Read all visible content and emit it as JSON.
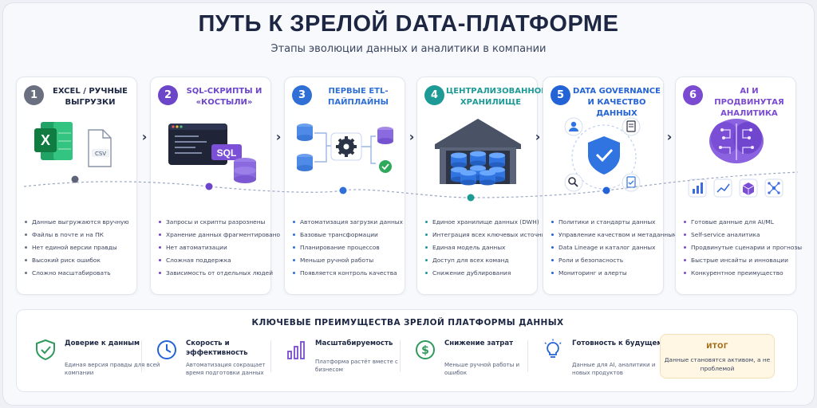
{
  "header": {
    "title": "ПУТЬ К ЗРЕЛОЙ DATA-ПЛАТФОРМЕ",
    "subtitle": "Этапы эволюции данных и аналитики в компании"
  },
  "stages": [
    {
      "number": "1",
      "title": "EXCEL / РУЧНЫЕ ВЫГРУЗКИ",
      "accent": "#6b7080",
      "bullets": [
        "Данные выгружаются вручную",
        "Файлы в почте и на ПК",
        "Нет единой версии правды",
        "Высокий риск ошибок",
        "Сложно масштабировать"
      ],
      "illustration_label": "CSV"
    },
    {
      "number": "2",
      "title": "SQL-СКРИПТЫ И «КОСТЫЛИ»",
      "accent": "#6b46c8",
      "bullets": [
        "Запросы и скрипты разрознены",
        "Хранение данных фрагментировано",
        "Нет автоматизации",
        "Сложная поддержка",
        "Зависимость от отдельных людей"
      ],
      "illustration_label": "SQL"
    },
    {
      "number": "3",
      "title": "ПЕРВЫЕ ETL-ПАЙПЛАЙНЫ",
      "accent": "#2f6fd6",
      "bullets": [
        "Автоматизация загрузки данных",
        "Базовые трансформации",
        "Планирование процессов",
        "Меньше ручной работы",
        "Появляется контроль качества"
      ]
    },
    {
      "number": "4",
      "title": "ЦЕНТРАЛИЗОВАННОЕ ХРАНИЛИЩЕ",
      "accent": "#1e9a96",
      "bullets": [
        "Единое хранилище данных (DWH)",
        "Интеграция всех ключевых источников",
        "Единая модель данных",
        "Доступ для всех команд",
        "Снижение дублирования"
      ]
    },
    {
      "number": "5",
      "title": "DATA GOVERNANCE И КАЧЕСТВО ДАННЫХ",
      "accent": "#2463d6",
      "bullets": [
        "Политики и стандарты данных",
        "Управление качеством и метаданными",
        "Data Lineage и каталог данных",
        "Роли и безопасность",
        "Мониторинг и алерты"
      ]
    },
    {
      "number": "6",
      "title": "AI И ПРОДВИНУТАЯ АНАЛИТИКА",
      "accent": "#7a4bd0",
      "bullets": [
        "Готовые данные для AI/ML",
        "Self-service аналитика",
        "Продвинутые сценарии и прогнозы",
        "Быстрые инсайты и инновации",
        "Конкурентное преимущество"
      ]
    }
  ],
  "benefits": {
    "title": "КЛЮЧЕВЫЕ ПРЕИМУЩЕСТВА ЗРЕЛОЙ ПЛАТФОРМЫ ДАННЫХ",
    "items": [
      {
        "name": "Доверие к данным",
        "desc": "Единая версия правды для всей компании",
        "icon": "shield-check-icon",
        "color": "#2f9a5c"
      },
      {
        "name": "Скорость и эффективность",
        "desc": "Автоматизация сокращает время подготовки данных",
        "icon": "clock-icon",
        "color": "#2463d6"
      },
      {
        "name": "Масштабируемость",
        "desc": "Платформа растёт вместе с бизнесом",
        "icon": "bar-chart-icon",
        "color": "#7a4bd0"
      },
      {
        "name": "Снижение затрат",
        "desc": "Меньше ручной работы и ошибок",
        "icon": "dollar-icon",
        "color": "#2f9a5c"
      },
      {
        "name": "Готовность к будущему",
        "desc": "Данные для AI, аналитики и новых продуктов",
        "icon": "lightbulb-icon",
        "color": "#2463d6"
      }
    ],
    "result": {
      "title": "ИТОГ",
      "text": "Данные становятся активом, а не проблемой"
    }
  }
}
